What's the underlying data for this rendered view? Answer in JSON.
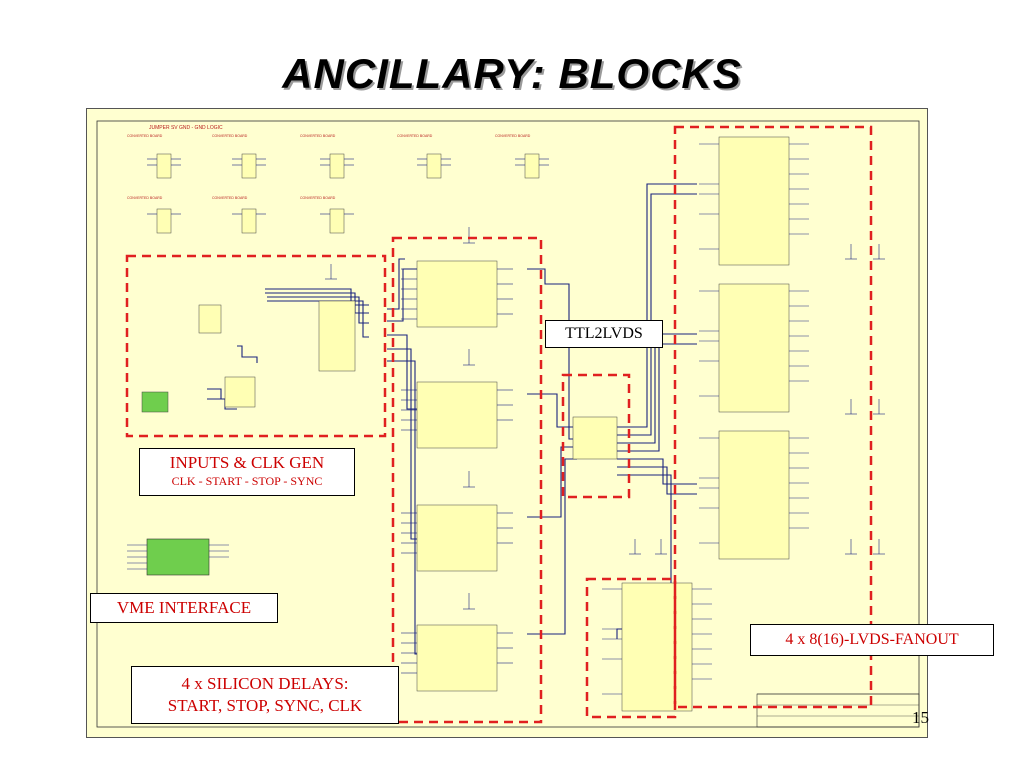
{
  "title": "ANCILLARY: BLOCKS",
  "schematic_header": "JUMPER SV GND - GND LOGIC",
  "labels": {
    "ttl2lvds": "TTL2LVDS",
    "inputs_title": "INPUTS & CLK GEN",
    "inputs_sub": "CLK - START -  STOP -  SYNC",
    "vme": "VME INTERFACE",
    "fanout": "4 x  8(16)-LVDS-FANOUT",
    "delays_line1": "4 x SILICON DELAYS:",
    "delays_line2": "START, STOP, SYNC, CLK"
  },
  "page_number": "15",
  "colors": {
    "sheet": "#ffffd0",
    "chip": "#ffffb4",
    "wire": "#1a237e",
    "dashed": "#e02020",
    "text_red": "#cc0000",
    "green": "#6fce4d"
  }
}
